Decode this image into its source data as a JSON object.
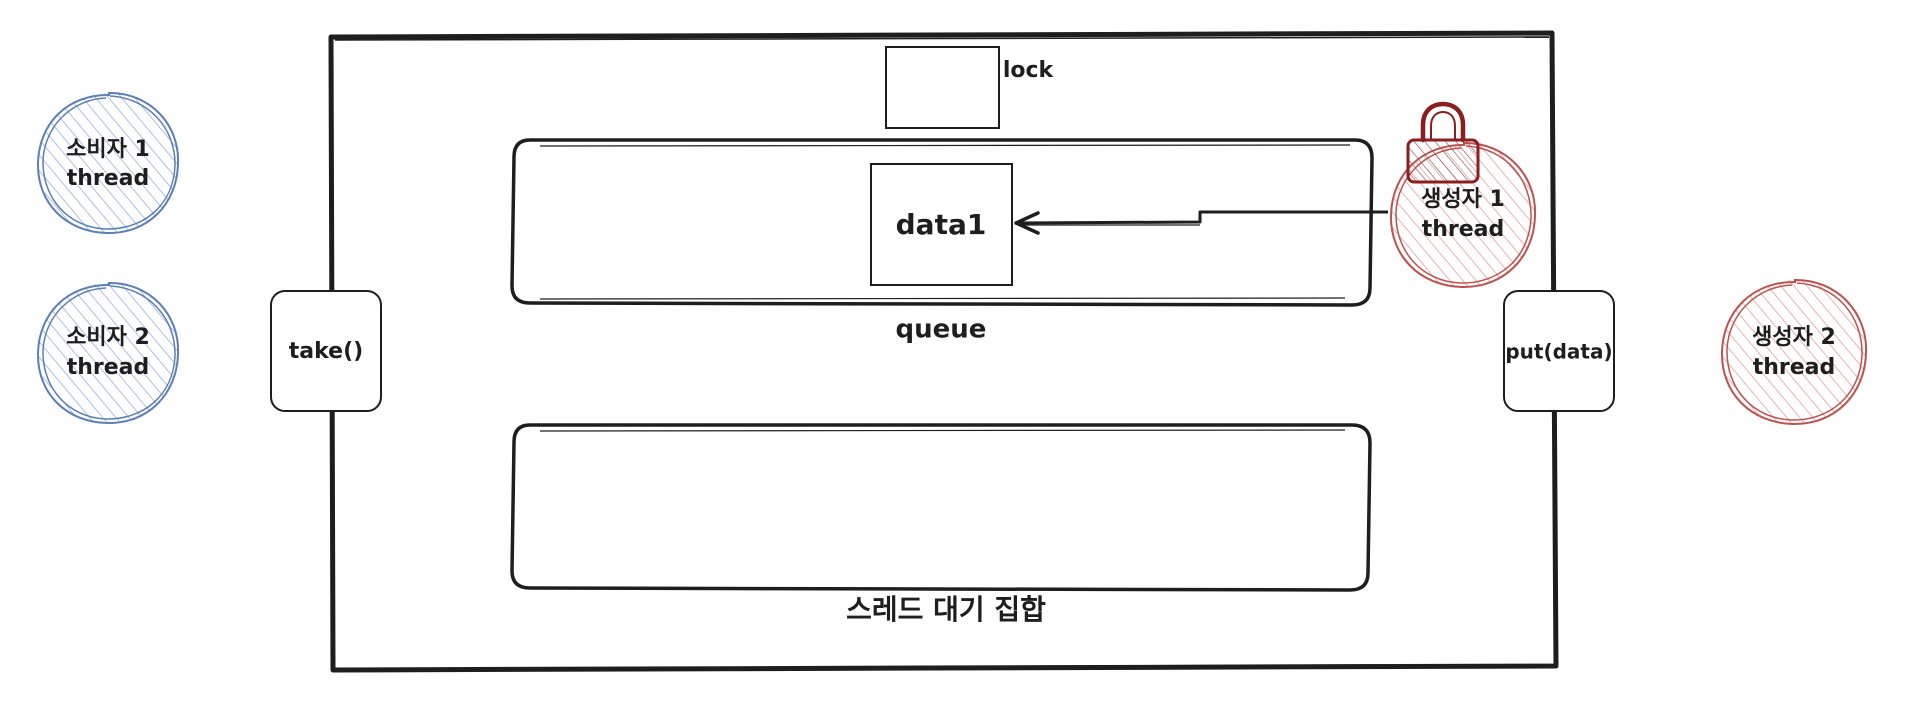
{
  "diagram": {
    "lock": {
      "label": "lock"
    },
    "queue": {
      "label": "queue",
      "item": "data1"
    },
    "wait_set": {
      "label": "스레드 대기 집합"
    },
    "methods": {
      "take": "take()",
      "put": "put(data)"
    },
    "consumers": [
      {
        "line1": "소비자 1",
        "line2": "thread"
      },
      {
        "line1": "소비자 2",
        "line2": "thread"
      }
    ],
    "producers": [
      {
        "line1": "생성자 1",
        "line2": "thread"
      },
      {
        "line1": "생성자 2",
        "line2": "thread"
      }
    ],
    "colors": {
      "stroke": "#1e1e1e",
      "consumer_stroke": "#5b7fb8",
      "consumer_fill": "#dce7f6",
      "producer_stroke": "#c0504d",
      "producer_fill": "#f4d6d6",
      "lock_stroke": "#8b1e1e",
      "lock_fill": "#d6aaaa"
    },
    "icons": {
      "lock_holder": "padlock-icon",
      "arrow": "arrow-left-icon"
    }
  }
}
